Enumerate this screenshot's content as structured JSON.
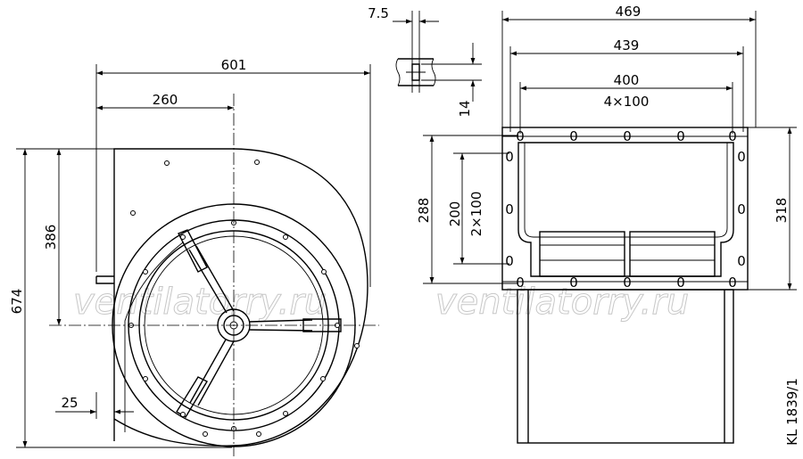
{
  "drawing": {
    "code": "KL 1839/1",
    "watermark": "ventilatorry.ru",
    "side_view": {
      "dim_width": "601",
      "dim_to_center": "260",
      "dim_height": "674",
      "dim_center_height": "386",
      "dim_foot": "25"
    },
    "front_view": {
      "dim_outer_width": "469",
      "dim_flange_width": "439",
      "dim_hole_span": "400",
      "dim_hole_pitch_h": "4×100",
      "dim_inner_height": "288",
      "dim_hole_span_v": "200",
      "dim_hole_pitch_v": "2×100",
      "dim_outer_height": "318"
    },
    "slot_detail": {
      "dim_slot_width": "7.5",
      "dim_slot_length": "14"
    },
    "hole_mark": "0"
  }
}
